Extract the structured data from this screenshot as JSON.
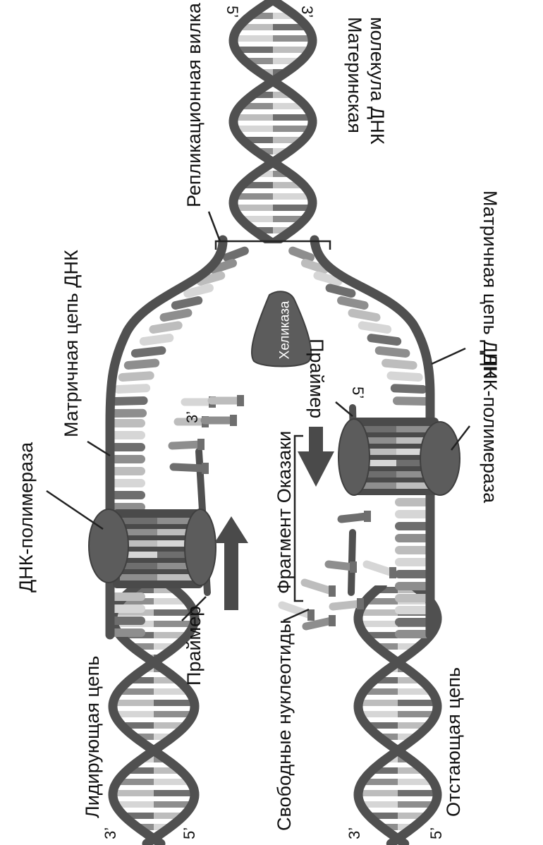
{
  "labels": {
    "parent_molecule_line1": "Материнская",
    "parent_molecule_line2": "молекула ДНК",
    "replication_fork": "Репликационная вилка",
    "template_strand_left": "Матричная цепь ДНК",
    "template_strand_right": "Матричная цепь ДНК",
    "helicase": "Хеликаза",
    "polymerase_left": "ДНК-полимераза",
    "polymerase_right": "ДНК-полимераза",
    "primer_left": "Праймер",
    "primer_right": "Праймер",
    "okazaki_fragment": "Фрагмент Оказаки",
    "free_nucleotides": "Свободные нуклеотиды",
    "leading_strand": "Лидирующая цепь",
    "lagging_strand": "Отстающая цепь"
  },
  "strand_ends": {
    "top_left": "5’",
    "top_right": "3’",
    "leading_bottom_left": "3’",
    "leading_bottom_right": "5’",
    "lagging_bottom_left": "3’",
    "lagging_bottom_right": "5’",
    "new_leading_end": "3’",
    "okazaki_end": "5’"
  },
  "colors": {
    "backbone": "#505050",
    "rung_dark": "#6e6e6e",
    "rung_mid": "#8e8e8e",
    "rung_light": "#bdbdbd",
    "rung_pale": "#d6d6d6",
    "enzyme": "#5c5c5c",
    "arrow": "#4a4a4a"
  }
}
